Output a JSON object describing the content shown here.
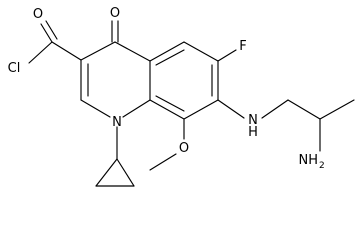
{
  "molecule": {
    "atom_labels": {
      "carbonyl_oxygen_acid_chloride": "O",
      "chlorine": "Cl",
      "ketone_oxygen": "O",
      "fluorine": "F",
      "ring_nitrogen": "N",
      "amine_nitrogen": "N",
      "amine_hydrogen": "H",
      "methoxy_oxygen": "O",
      "amino_group": "NH",
      "amino_subscript": "2"
    }
  }
}
